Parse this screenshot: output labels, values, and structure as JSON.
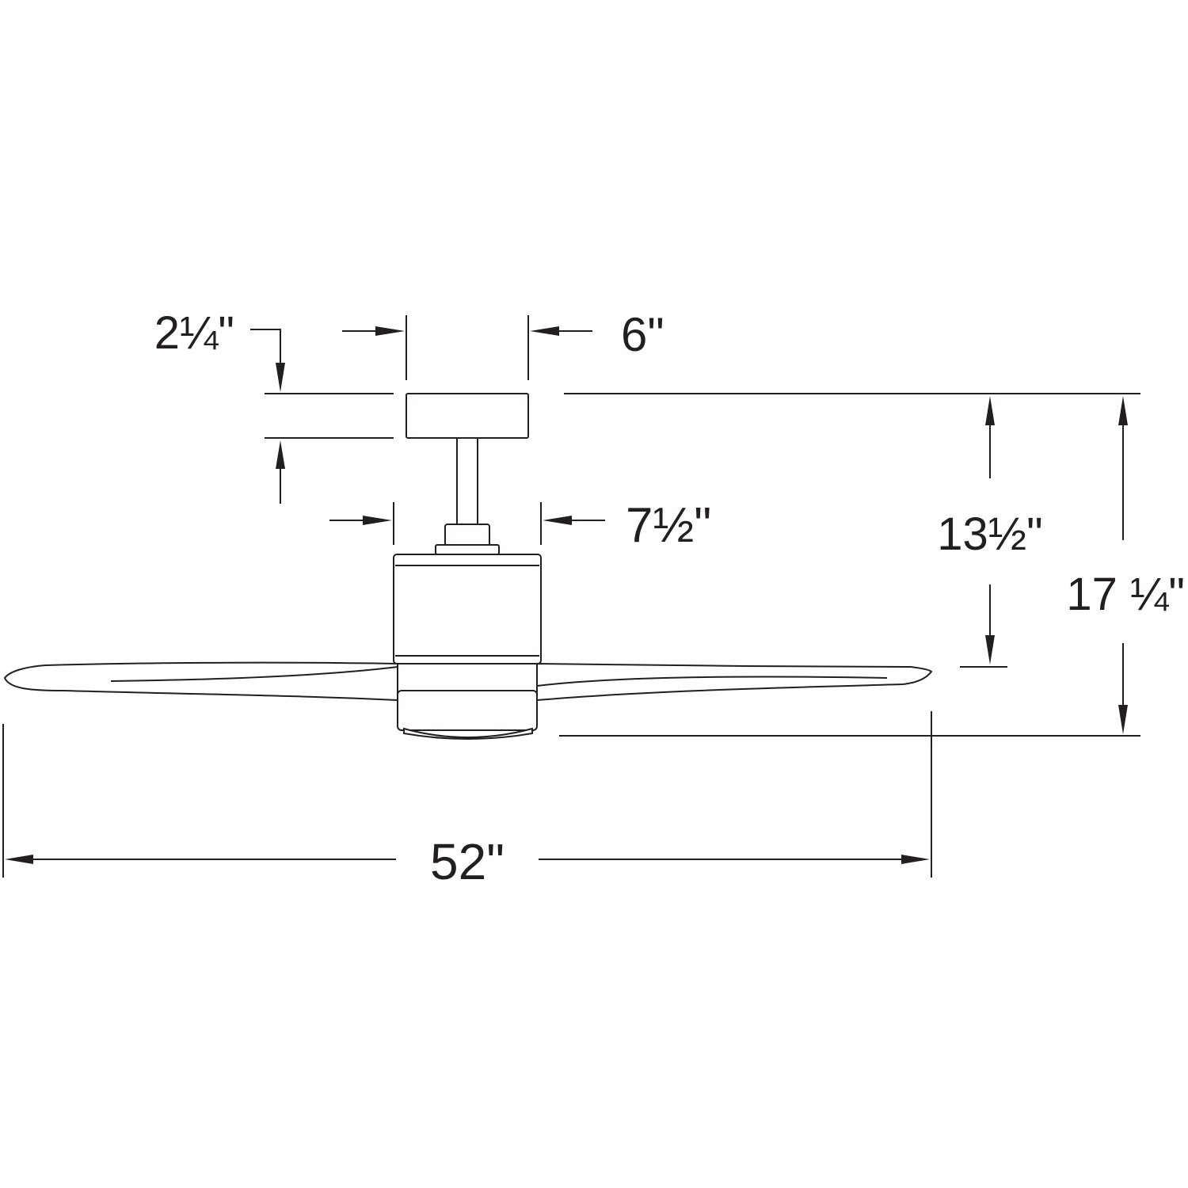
{
  "dimensions": {
    "canopy_height": "2¼\"",
    "canopy_width": "6\"",
    "motor_width": "7½\"",
    "ceiling_to_blade": "13½\"",
    "overall_height": "17 ¼\"",
    "blade_span": "52\""
  },
  "colors": {
    "line": "#231f20",
    "background": "#ffffff"
  }
}
